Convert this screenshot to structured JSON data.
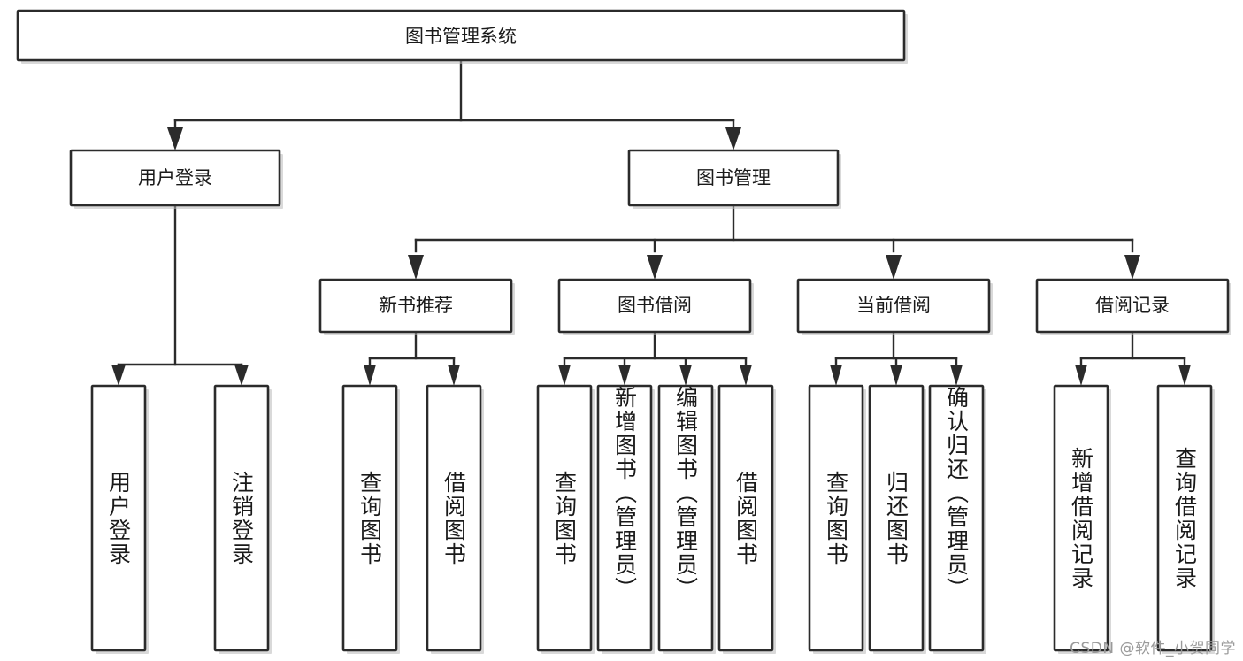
{
  "diagram": {
    "type": "tree-hierarchy",
    "title": "图书管理系统",
    "watermark": "CSDN @软件_小贺同学",
    "colors": {
      "box_stroke": "#2b2b2b",
      "box_fill": "#ffffff",
      "text": "#1a1a1a",
      "watermark": "#9a9a9a",
      "background": "#ffffff"
    },
    "root": {
      "label": "图书管理系统"
    },
    "level2": [
      {
        "id": "user-login",
        "label": "用户登录"
      },
      {
        "id": "book-manage",
        "label": "图书管理"
      }
    ],
    "level3": [
      {
        "id": "new-book-recommend",
        "label": "新书推荐",
        "parent": "book-manage"
      },
      {
        "id": "book-borrow",
        "label": "图书借阅",
        "parent": "book-manage"
      },
      {
        "id": "current-borrow",
        "label": "当前借阅",
        "parent": "book-manage"
      },
      {
        "id": "borrow-record",
        "label": "借阅记录",
        "parent": "book-manage"
      }
    ],
    "leaves": {
      "user_login": [
        {
          "id": "leaf-user-login",
          "label": "用户登录"
        },
        {
          "id": "leaf-logout-login",
          "label": "注销登录"
        }
      ],
      "new_book_recommend": [
        {
          "id": "leaf-query-book-1",
          "label": "查询图书"
        },
        {
          "id": "leaf-borrow-book-1",
          "label": "借阅图书"
        }
      ],
      "book_borrow": [
        {
          "id": "leaf-query-book-2",
          "label": "查询图书"
        },
        {
          "id": "leaf-add-book",
          "label": "新增图书（管理员）"
        },
        {
          "id": "leaf-edit-book",
          "label": "编辑图书（管理员）"
        },
        {
          "id": "leaf-borrow-book-2",
          "label": "借阅图书"
        }
      ],
      "current_borrow": [
        {
          "id": "leaf-query-book-3",
          "label": "查询图书"
        },
        {
          "id": "leaf-return-book",
          "label": "归还图书"
        },
        {
          "id": "leaf-confirm-return",
          "label": "确认归还（管理员）"
        }
      ],
      "borrow_record": [
        {
          "id": "leaf-add-record",
          "label": "新增借阅记录"
        },
        {
          "id": "leaf-query-record",
          "label": "查询借阅记录"
        }
      ]
    }
  }
}
